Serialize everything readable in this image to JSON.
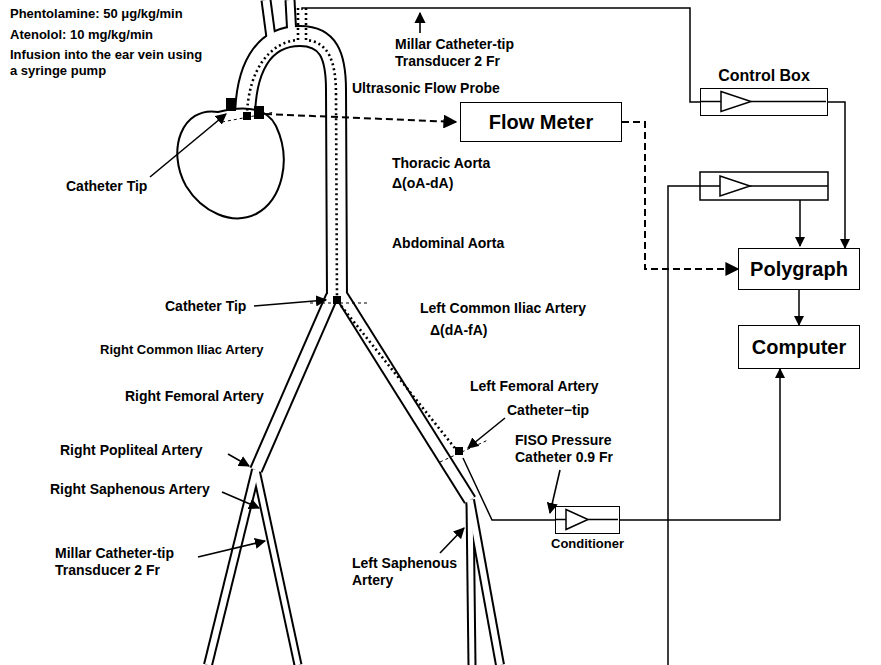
{
  "diagram": {
    "nodes": [
      {
        "text": [
          "Flow Meter"
        ]
      },
      {
        "text": [
          "Control Box"
        ]
      },
      {
        "text": [
          "Polygraph"
        ]
      },
      {
        "text": [
          "Computer"
        ]
      },
      {
        "text": [
          "Conditioner"
        ]
      }
    ],
    "edges": [
      {
        "from": 0,
        "to": 2,
        "arrow": "to"
      },
      {
        "from": 1,
        "to": 2,
        "arrow": "to"
      },
      {
        "from": 2,
        "to": 3,
        "arrow": "to"
      },
      {
        "from": 4,
        "to": 3,
        "arrow": "to"
      }
    ],
    "labels": [
      "Phentolamine: 50 μg/kg/min",
      "Atenolol: 10 mg/kg/min",
      "Infusion into the ear vein using a syringe pump",
      "Millar Catheter-tip Transducer 2 Fr",
      "Ultrasonic Flow Probe",
      "Catheter Tip",
      "Thoracic Aorta",
      "Δ(oA-dA)",
      "Abdominal Aorta",
      "Catheter Tip",
      "Left Common Iliac Artery",
      "Δ(dA-fA)",
      "Right Common Iliac Artery",
      "Right Femoral Artery",
      "Left Femoral Artery",
      "Catheter−tip",
      "FISO Pressure Catheter 0.9 Fr",
      "Right Popliteal Artery",
      "Right Saphenous Artery",
      "Left Saphenous Artery",
      "Millar Catheter-tip Transducer 2 Fr"
    ]
  }
}
